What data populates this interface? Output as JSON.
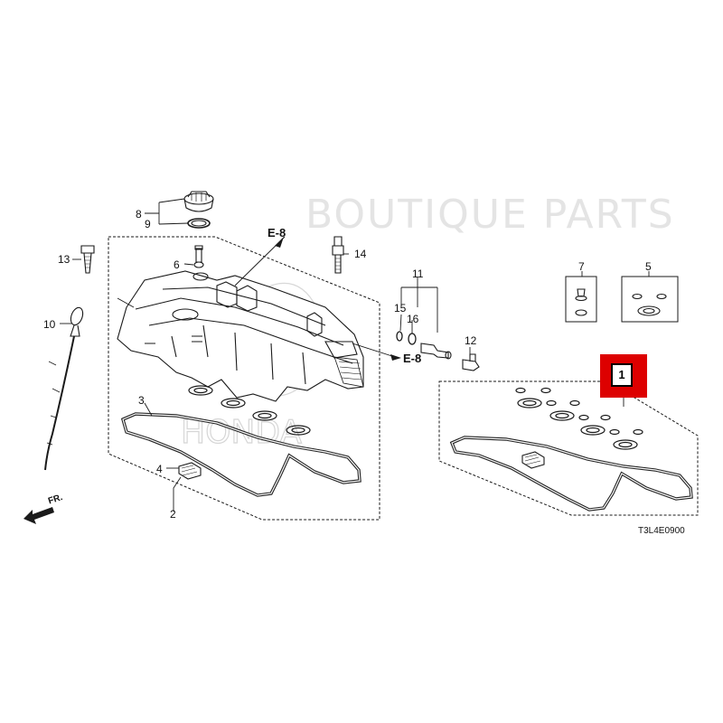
{
  "watermark": "BOUTIQUE PARTS",
  "diagram_code": "T3L4E0900",
  "direction_label": "FR.",
  "refs": {
    "top": "E-8",
    "right": "E-8"
  },
  "callouts": {
    "p1": "1",
    "p2": "2",
    "p3": "3",
    "p4": "4",
    "p5": "5",
    "p6": "6",
    "p7": "7",
    "p8": "8",
    "p9": "9",
    "p10": "10",
    "p11": "11",
    "p12": "12",
    "p13": "13",
    "p14": "14",
    "p15": "15",
    "p16": "16"
  },
  "colors": {
    "line": "#1a1a1a",
    "highlight": "#dd0000",
    "watermark": "#e4e4e4"
  }
}
